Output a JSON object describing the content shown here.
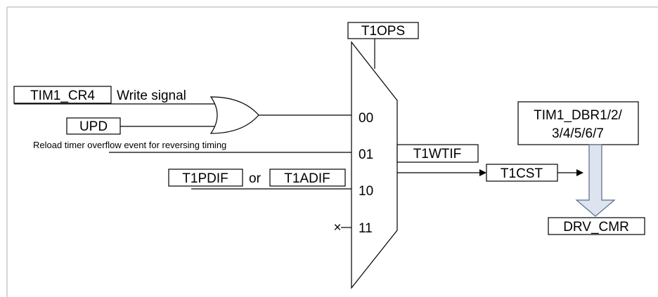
{
  "colors": {
    "line": "#000000",
    "frame": "#c8c8c8",
    "arrow_fill": "#dde4f0",
    "arrow_stroke": "#5a6a8a"
  },
  "selector": {
    "label": "T1OPS"
  },
  "inputs": {
    "tim1_cr4": "TIM1_CR4",
    "write_signal": "Write signal",
    "upd": "UPD",
    "reload_note": "Reload timer overflow event for reversing timing",
    "t1pdif": "T1PDIF",
    "or_word": "or",
    "t1adif": "T1ADIF",
    "nc_mark": "×"
  },
  "mux_ports": [
    "00",
    "01",
    "10",
    "11"
  ],
  "outputs": {
    "t1wtif": "T1WTIF",
    "t1cst": "T1CST",
    "dbr_line1": "TIM1_DBR1/2/",
    "dbr_line2": "3/4/5/6/7",
    "drv_cmr": "DRV_CMR"
  }
}
